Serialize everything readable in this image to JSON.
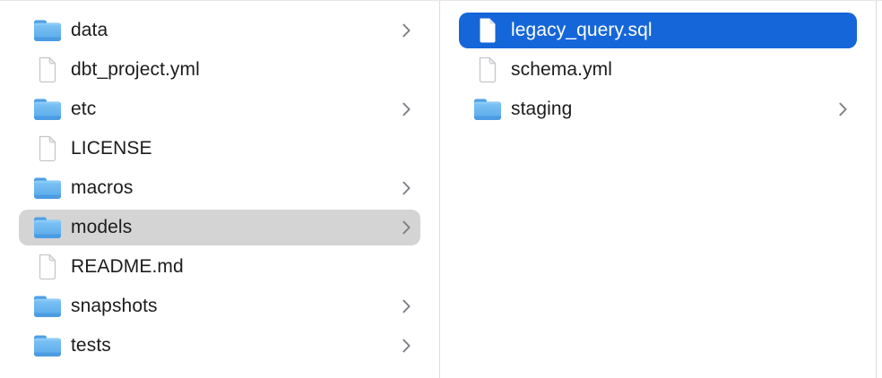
{
  "app": {
    "view": "finder-column-view"
  },
  "colors": {
    "selection_blue": "#1566d9",
    "selection_gray": "#d4d4d4",
    "text": "#1c1c1e",
    "selected_text": "#ffffff",
    "divider": "#dcdcdc",
    "chevron": "#7d7d84",
    "folder_blue_light": "#85c8f6",
    "folder_blue": "#64b2ef",
    "folder_blue_dark": "#4b9ce3"
  },
  "columns": [
    {
      "id": "left",
      "items": [
        {
          "label": "data",
          "type": "folder",
          "has_chevron": true,
          "selected": false
        },
        {
          "label": "dbt_project.yml",
          "type": "file",
          "has_chevron": false,
          "selected": false
        },
        {
          "label": "etc",
          "type": "folder",
          "has_chevron": true,
          "selected": false
        },
        {
          "label": "LICENSE",
          "type": "file",
          "has_chevron": false,
          "selected": false
        },
        {
          "label": "macros",
          "type": "folder",
          "has_chevron": true,
          "selected": false
        },
        {
          "label": "models",
          "type": "folder",
          "has_chevron": true,
          "selected": true,
          "selection_style": "gray"
        },
        {
          "label": "README.md",
          "type": "file",
          "has_chevron": false,
          "selected": false
        },
        {
          "label": "snapshots",
          "type": "folder",
          "has_chevron": true,
          "selected": false
        },
        {
          "label": "tests",
          "type": "folder",
          "has_chevron": true,
          "selected": false
        }
      ]
    },
    {
      "id": "right",
      "items": [
        {
          "label": "legacy_query.sql",
          "type": "file",
          "has_chevron": false,
          "selected": true,
          "selection_style": "blue"
        },
        {
          "label": "schema.yml",
          "type": "file",
          "has_chevron": false,
          "selected": false
        },
        {
          "label": "staging",
          "type": "folder",
          "has_chevron": true,
          "selected": false
        }
      ]
    }
  ]
}
